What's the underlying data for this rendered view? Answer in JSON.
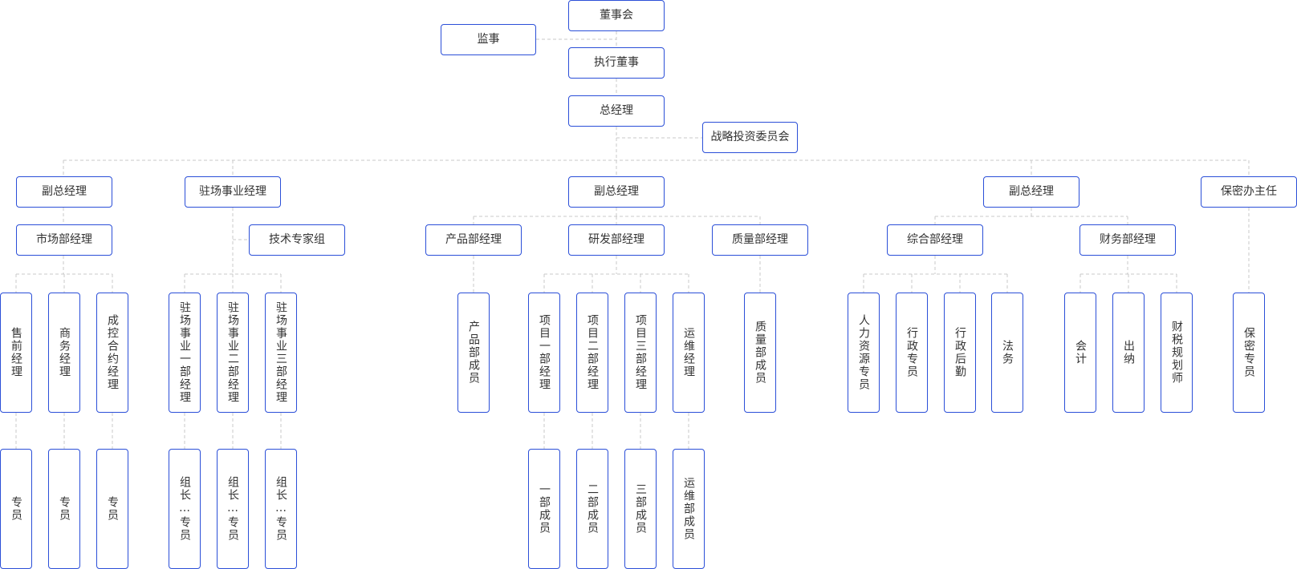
{
  "style": {
    "node_border_color": "#2b4fd8",
    "line_color": "#c8c8c8"
  },
  "nodes": {
    "board": "董事会",
    "supervisor": "监事",
    "exec_director": "执行董事",
    "gm": "总经理",
    "strategy": "战略投资委员会",
    "vgm1": "副总经理",
    "site_mgr": "驻场事业经理",
    "vgm2": "副总经理",
    "vgm3": "副总经理",
    "secrecy": "保密办主任",
    "market_mgr": "市场部经理",
    "tech_group": "技术专家组",
    "product_mgr": "产品部经理",
    "rd_mgr": "研发部经理",
    "quality_mgr": "质量部经理",
    "general_mgr": "综合部经理",
    "finance_mgr": "财务部经理",
    "presales": "售前经理",
    "business": "商务经理",
    "costctrl": "成控合约经理",
    "site1": "驻场事业一部经理",
    "site2": "驻场事业二部经理",
    "site3": "驻场事业三部经理",
    "product_member": "产品部成员",
    "proj1": "项目一部经理",
    "proj2": "项目二部经理",
    "proj3": "项目三部经理",
    "ops_mgr": "运维经理",
    "quality_member": "质量部成员",
    "hr": "人力资源专员",
    "admin": "行政专员",
    "logistics": "行政后勤",
    "legal": "法务",
    "accounting": "会计",
    "cashier": "出纳",
    "tax": "财税规划师",
    "secrecy_staff": "保密专员",
    "staff1": "专员",
    "staff2": "专员",
    "staff3": "专员",
    "lead1": "组长…专员",
    "lead2": "组长…专员",
    "lead3": "组长…专员",
    "team1": "一部成员",
    "team2": "二部成员",
    "team3": "三部成员",
    "ops_member": "运维部成员"
  }
}
